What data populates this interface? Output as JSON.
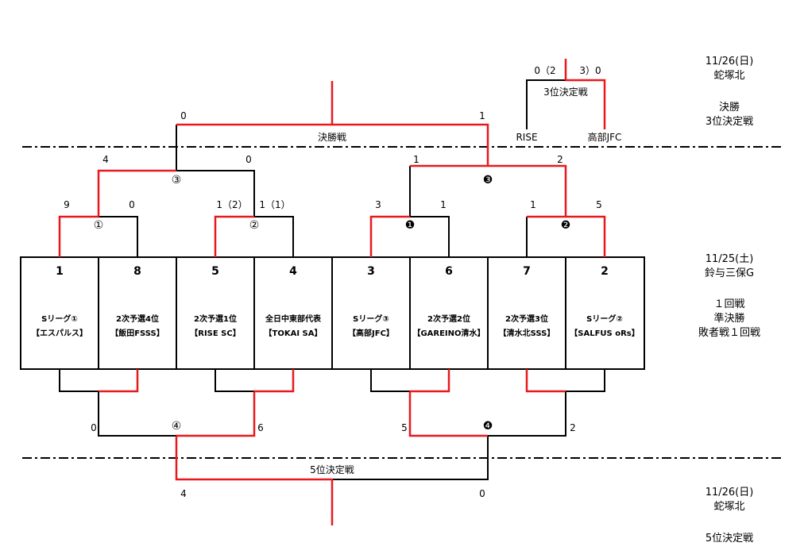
{
  "colors": {
    "winner": "#e8191e",
    "loser": "#000000",
    "divider": "#000000"
  },
  "match_markers": {
    "m1": "①",
    "m2": "②",
    "m3": "③",
    "m4": "④",
    "m5": "❶",
    "m6": "❷",
    "m7": "❸",
    "m8": "❹"
  },
  "scores": {
    "r1": [
      "9",
      "0",
      "1（2）",
      "1（1）",
      "3",
      "1",
      "1",
      "5"
    ],
    "semi": [
      "4",
      "0",
      "1",
      "2"
    ],
    "final": [
      "0",
      "1"
    ],
    "third": [
      "0（2",
      "3）0"
    ],
    "consolation": [
      "0",
      "6",
      "5",
      "2"
    ],
    "fifth": [
      "4",
      "0"
    ]
  },
  "titles": {
    "final": "決勝戦",
    "third": "3位決定戦",
    "fifth": "5位決定戦"
  },
  "third_teams": [
    "RISE",
    "高部JFC"
  ],
  "teams": [
    {
      "seed": "1",
      "line1": "Sリーグ①",
      "line2": "【エスパルス】"
    },
    {
      "seed": "8",
      "line1": "2次予選4位",
      "line2": "【飯田FSSS】"
    },
    {
      "seed": "5",
      "line1": "2次予選1位",
      "line2": "【RISE SC】"
    },
    {
      "seed": "4",
      "line1": "全日中東部代表",
      "line2": "【TOKAI SA】"
    },
    {
      "seed": "3",
      "line1": "Sリーグ③",
      "line2": "【高部JFC】"
    },
    {
      "seed": "6",
      "line1": "2次予選2位",
      "line2": "【GAREINO清水】"
    },
    {
      "seed": "7",
      "line1": "2次予選3位",
      "line2": "【清水北SSS】"
    },
    {
      "seed": "2",
      "line1": "Sリーグ②",
      "line2": "【SALFUS oRs】"
    }
  ],
  "info": {
    "day2_top": {
      "date": "11/26(日)",
      "venue": "蛇塚北",
      "note1": "決勝",
      "note2": "3位決定戦"
    },
    "day1": {
      "date": "11/25(土)",
      "venue": "鈴与三保G",
      "note1": "１回戦",
      "note2": "準決勝",
      "note3": "敗者戦１回戦"
    },
    "day2_bottom": {
      "date": "11/26(日)",
      "venue": "蛇塚北",
      "note1": "5位決定戦"
    }
  }
}
